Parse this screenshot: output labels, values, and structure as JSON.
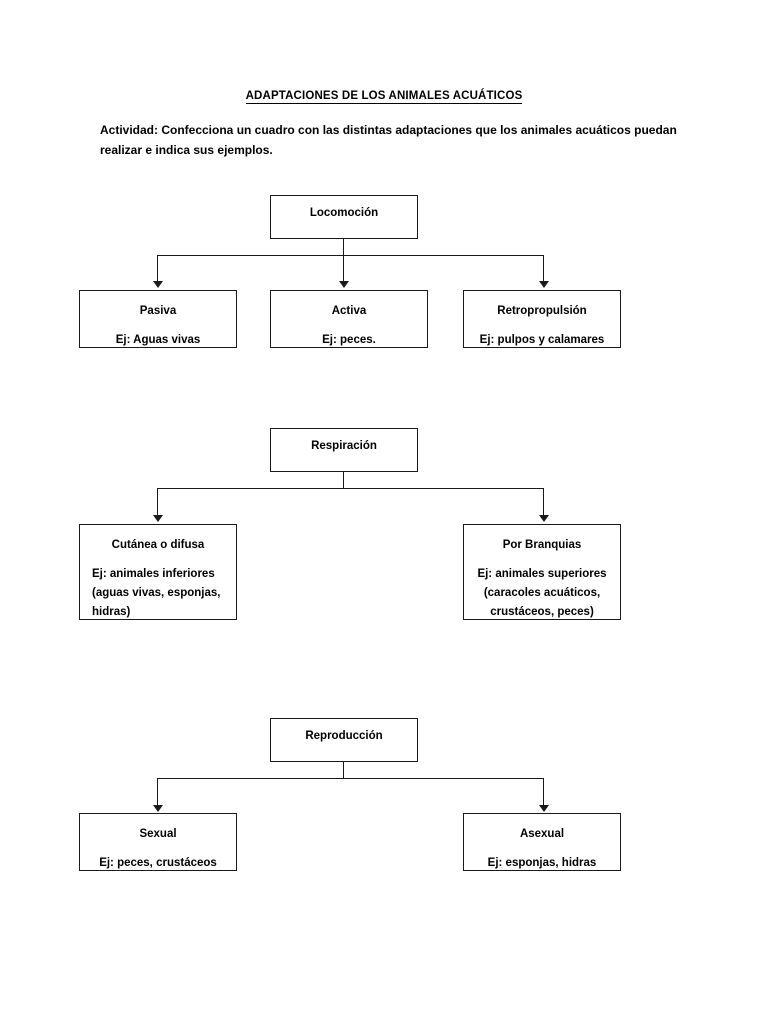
{
  "document": {
    "title": "ADAPTACIONES DE LOS ANIMALES ACUÁTICOS",
    "activity": "Actividad: Confecciona un cuadro con las distintas adaptaciones que los animales acuáticos puedan realizar e indica sus ejemplos."
  },
  "diagrams": [
    {
      "root": "Locomoción",
      "children": [
        {
          "head": "Pasiva",
          "body": "Ej: Aguas vivas"
        },
        {
          "head": "Activa",
          "body": "Ej: peces."
        },
        {
          "head": "Retropropulsión",
          "body": "Ej: pulpos y calamares"
        }
      ]
    },
    {
      "root": "Respiración",
      "children": [
        {
          "head": "Cutánea o difusa",
          "body": "Ej: animales inferiores (aguas vivas, esponjas, hidras)"
        },
        {
          "head": "Por Branquias",
          "body": "Ej: animales superiores (caracoles acuáticos, crustáceos, peces)"
        }
      ]
    },
    {
      "root": "Reproducción",
      "children": [
        {
          "head": "Sexual",
          "body": "Ej: peces, crustáceos"
        },
        {
          "head": "Asexual",
          "body": "Ej: esponjas, hidras"
        }
      ]
    }
  ],
  "colors": {
    "page_background": "#ffffff",
    "text": "#000000",
    "box_border": "#1a1a1a"
  }
}
